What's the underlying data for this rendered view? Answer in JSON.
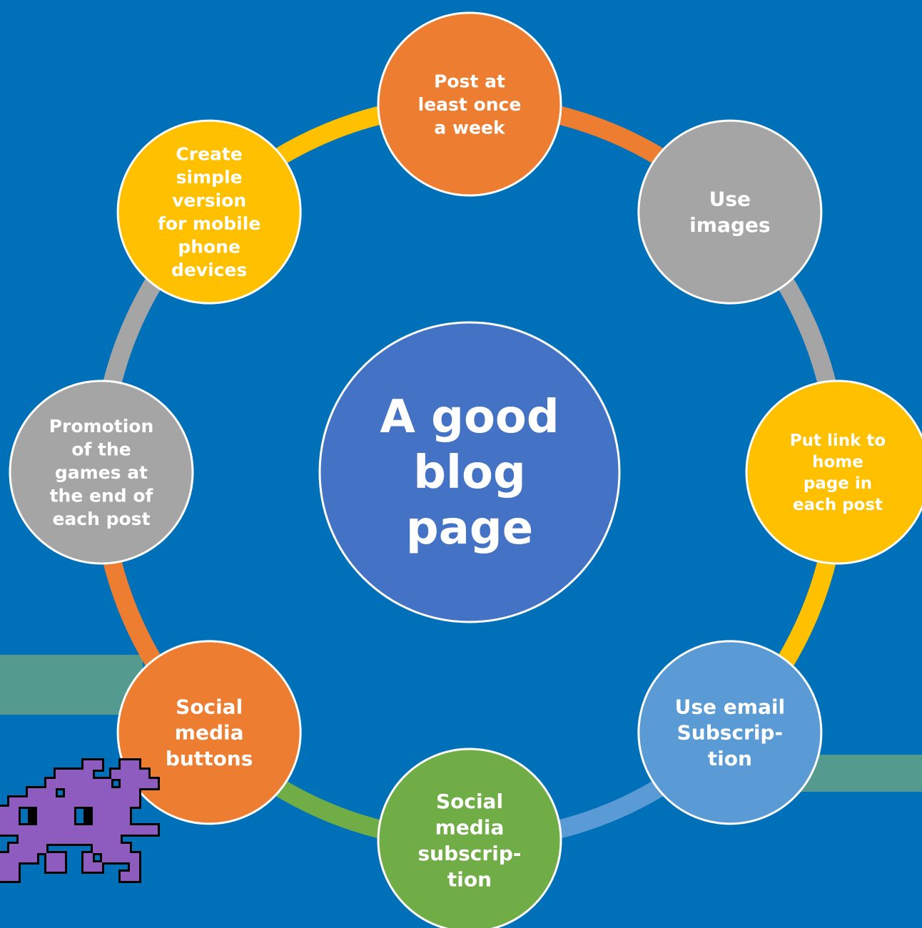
{
  "center": {
    "lines": [
      "A good",
      "blog",
      "page"
    ],
    "color": "#4472c4"
  },
  "nodes": [
    {
      "id": "post-weekly",
      "lines": [
        "Post at",
        "least once",
        "a week"
      ],
      "color": "#ed7d31"
    },
    {
      "id": "use-images",
      "lines": [
        "Use",
        "images"
      ],
      "color": "#a5a5a5"
    },
    {
      "id": "home-link",
      "lines": [
        "Put link to",
        "home",
        "page in",
        "each post"
      ],
      "color": "#ffc000"
    },
    {
      "id": "email-subscription",
      "lines": [
        "Use email",
        "Subscrip-",
        "tion"
      ],
      "color": "#5b9bd5"
    },
    {
      "id": "social-subscription",
      "lines": [
        "Social",
        "media",
        "subscrip-",
        "tion"
      ],
      "color": "#70ad47"
    },
    {
      "id": "social-buttons",
      "lines": [
        "Social",
        "media",
        "buttons"
      ],
      "color": "#ed7d31"
    },
    {
      "id": "game-promotion",
      "lines": [
        "Promotion",
        "of the",
        "games at",
        "the end of",
        "each post"
      ],
      "color": "#a5a5a5"
    },
    {
      "id": "mobile-version",
      "lines": [
        "Create",
        "simple",
        "version",
        "for mobile",
        "phone",
        "devices"
      ],
      "color": "#ffc000"
    }
  ],
  "arc_colors": [
    "#ed7d31",
    "#a5a5a5",
    "#ffc000",
    "#5b9bd5",
    "#70ad47",
    "#ed7d31",
    "#a5a5a5",
    "#ffc000"
  ],
  "decorations": {
    "band_color": "#559a8e",
    "alien_icon": "space-invader-icon",
    "alien_color": "#8e5bbf",
    "alien_outline": "#000000"
  },
  "outline_color": "#ffffff"
}
